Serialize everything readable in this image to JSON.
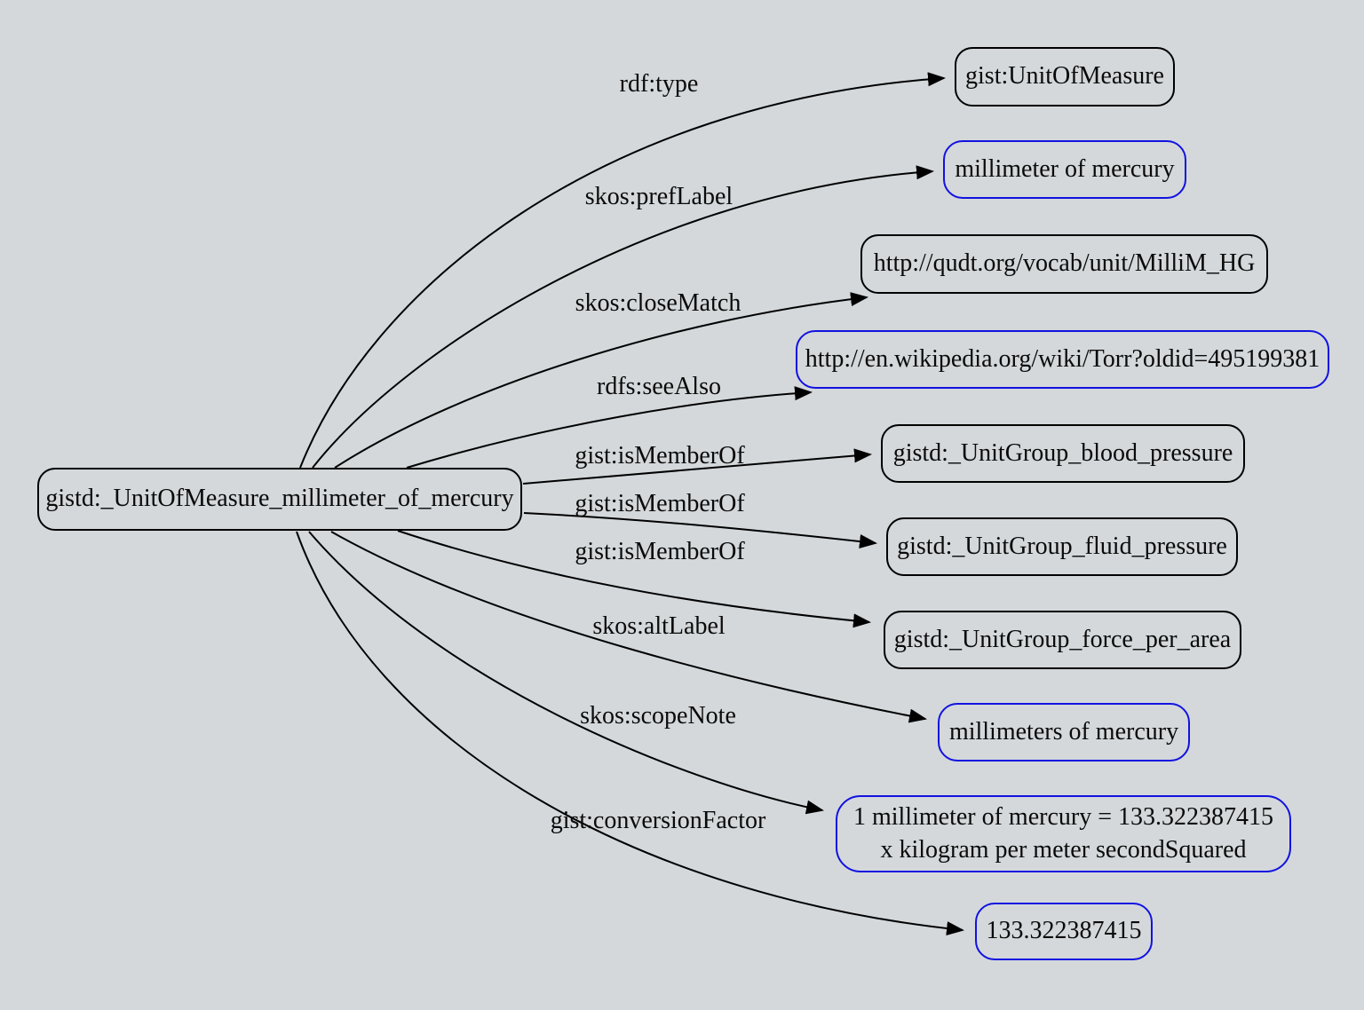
{
  "colors": {
    "background": "#d4d8db",
    "node_border": "#000000",
    "literal_border": "#1212e0",
    "edge": "#000000",
    "text": "#0a0a0a"
  },
  "subject": {
    "label": "gistd:_UnitOfMeasure_millimeter_of_mercury"
  },
  "edges": [
    {
      "predicate": "rdf:type",
      "object": "gist:UnitOfMeasure",
      "object_kind": "resource"
    },
    {
      "predicate": "skos:prefLabel",
      "object": "millimeter of mercury",
      "object_kind": "literal"
    },
    {
      "predicate": "skos:closeMatch",
      "object": "http://qudt.org/vocab/unit/MilliM_HG",
      "object_kind": "resource"
    },
    {
      "predicate": "rdfs:seeAlso",
      "object": "http://en.wikipedia.org/wiki/Torr?oldid=495199381",
      "object_kind": "literal"
    },
    {
      "predicate": "gist:isMemberOf",
      "object": "gistd:_UnitGroup_blood_pressure",
      "object_kind": "resource"
    },
    {
      "predicate": "gist:isMemberOf",
      "object": "gistd:_UnitGroup_fluid_pressure",
      "object_kind": "resource"
    },
    {
      "predicate": "gist:isMemberOf",
      "object": "gistd:_UnitGroup_force_per_area",
      "object_kind": "resource"
    },
    {
      "predicate": "skos:altLabel",
      "object": "millimeters of mercury",
      "object_kind": "literal"
    },
    {
      "predicate": "skos:scopeNote",
      "object": "1 millimeter of mercury = 133.322387415 x kilogram per meter secondSquared",
      "object_kind": "literal"
    },
    {
      "predicate": "gist:conversionFactor",
      "object": "133.322387415",
      "object_kind": "literal"
    }
  ]
}
